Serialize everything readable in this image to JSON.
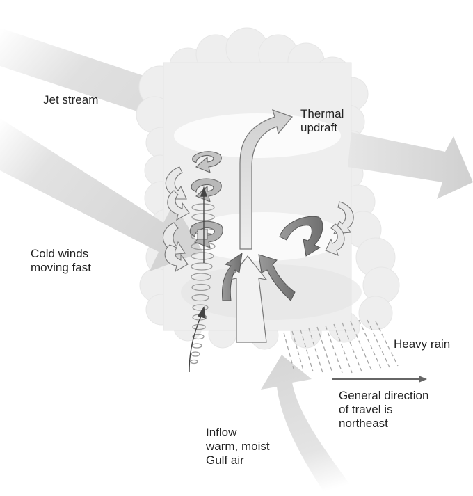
{
  "labels": {
    "jet_stream": "Jet stream",
    "thermal_updraft": "Thermal\nupdraft",
    "cold_winds": "Cold winds\nmoving fast",
    "heavy_rain": "Heavy rain",
    "general_direction": "General direction\nof travel is\nnortheast",
    "inflow": "Inflow\nwarm, moist\nGulf air"
  },
  "colors": {
    "background": "#ffffff",
    "cloud": "#efefef",
    "cloud_shade": "#e2e2e2",
    "wide_arrow": "#dcdcdc",
    "ribbon_light": "#d9d9d9",
    "ribbon_mid": "#b5b5b5",
    "ribbon_dark": "#8c8c8c",
    "outline": "#666666",
    "text": "#222222"
  }
}
